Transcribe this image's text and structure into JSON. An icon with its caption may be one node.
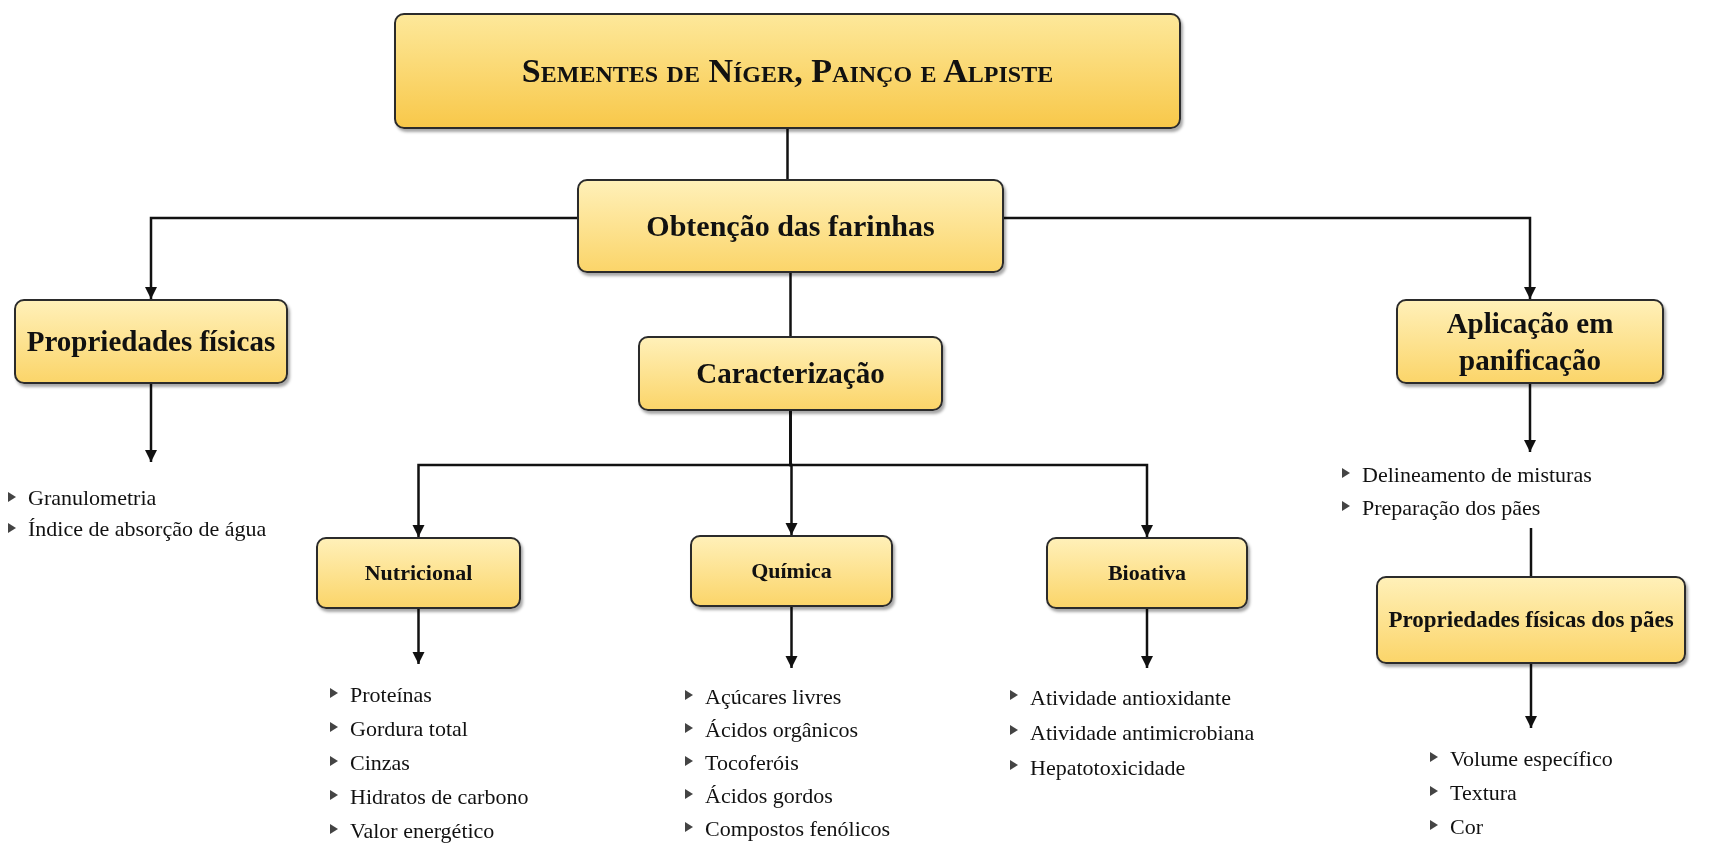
{
  "diagram": {
    "nodes": [
      {
        "text": [
          "Sementes de Níger, Painço e Alpiste"
        ]
      },
      {
        "text": [
          "Obtenção das farinhas"
        ]
      },
      {
        "text": [
          "Propriedades físicas"
        ]
      },
      {
        "text": [
          "Caracterização"
        ]
      },
      {
        "text": [
          "Aplicação em panificação"
        ]
      },
      {
        "text": [
          "Nutricional"
        ]
      },
      {
        "text": [
          "Química"
        ]
      },
      {
        "text": [
          "Bioativa"
        ]
      },
      {
        "text": [
          "Propriedades físicas dos pães"
        ]
      },
      {
        "text": [
          "Granulometria",
          "Índice de absorção de água"
        ]
      },
      {
        "text": [
          "Proteínas",
          "Gordura total",
          "Cinzas",
          "Hidratos de carbono",
          "Valor energético"
        ]
      },
      {
        "text": [
          "Açúcares livres",
          "Ácidos orgânicos",
          "Tocoferóis",
          "Ácidos gordos",
          "Compostos fenólicos"
        ]
      },
      {
        "text": [
          "Atividade antioxidante",
          "Atividade antimicrobiana",
          "Hepatotoxicidade"
        ]
      },
      {
        "text": [
          "Delineamento de misturas",
          "Preparação dos pães"
        ]
      },
      {
        "text": [
          "Volume específico",
          "Textura",
          "Cor"
        ]
      }
    ],
    "edges": [
      {
        "from": 0,
        "to": 1,
        "arrow": "none"
      },
      {
        "from": 1,
        "to": 2,
        "arrow": "to"
      },
      {
        "from": 1,
        "to": 4,
        "arrow": "to"
      },
      {
        "from": 1,
        "to": 3,
        "arrow": "none"
      },
      {
        "from": 3,
        "to": 5,
        "arrow": "to"
      },
      {
        "from": 3,
        "to": 6,
        "arrow": "to"
      },
      {
        "from": 3,
        "to": 7,
        "arrow": "to"
      },
      {
        "from": 2,
        "to": 9,
        "arrow": "to"
      },
      {
        "from": 5,
        "to": 10,
        "arrow": "to"
      },
      {
        "from": 6,
        "to": 11,
        "arrow": "to"
      },
      {
        "from": 7,
        "to": 12,
        "arrow": "to"
      },
      {
        "from": 4,
        "to": 13,
        "arrow": "to"
      },
      {
        "from": 13,
        "to": 8,
        "arrow": "none"
      },
      {
        "from": 8,
        "to": 14,
        "arrow": "to"
      }
    ]
  }
}
